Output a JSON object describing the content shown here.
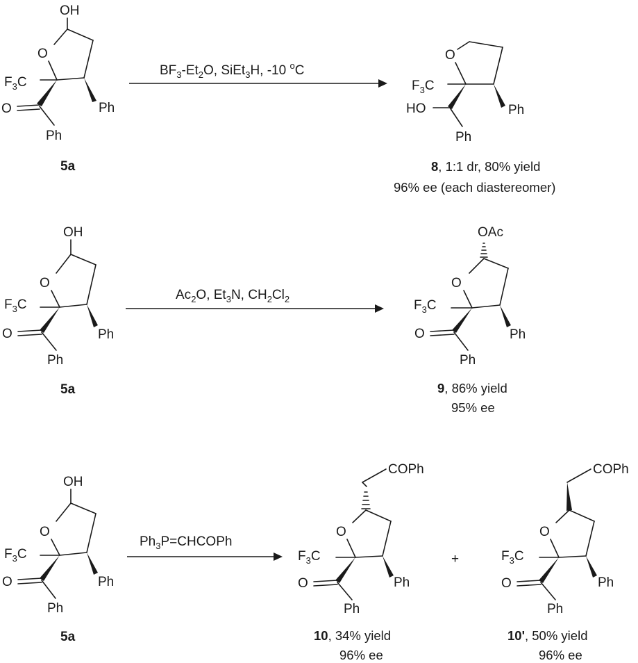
{
  "reactions": [
    {
      "reagents": [
        [
          "BF",
          ""
        ],
        [
          "3",
          "sub"
        ],
        [
          "-Et",
          ""
        ],
        [
          "2",
          "sub"
        ],
        [
          "O, SiEt",
          ""
        ],
        [
          "3",
          "sub"
        ],
        [
          "H, -10 ",
          ""
        ],
        [
          "o",
          "sup"
        ],
        [
          "C",
          ""
        ]
      ],
      "starting": {
        "label": "5a"
      },
      "products": [
        {
          "label": "8",
          "caption": ", 1:1 dr, 80% yield",
          "caption2": "96% ee (each diastereomer)"
        }
      ]
    },
    {
      "reagents": [
        [
          "Ac",
          ""
        ],
        [
          "2",
          "sub"
        ],
        [
          "O, Et",
          ""
        ],
        [
          "3",
          "sub"
        ],
        [
          "N, CH",
          ""
        ],
        [
          "2",
          "sub"
        ],
        [
          "Cl",
          ""
        ],
        [
          "2",
          "sub"
        ]
      ],
      "starting": {
        "label": "5a"
      },
      "products": [
        {
          "label": "9",
          "caption": ", 86% yield",
          "caption2": "95% ee"
        }
      ]
    },
    {
      "reagents": [
        [
          "Ph",
          ""
        ],
        [
          "3",
          "sub"
        ],
        [
          "P=CHCOPh",
          ""
        ]
      ],
      "starting": {
        "label": "5a"
      },
      "plus": "+",
      "products": [
        {
          "label": "10",
          "caption": ", 34% yield",
          "caption2": "96% ee"
        },
        {
          "label": "10'",
          "caption": ", 50% yield",
          "caption2": "96% ee"
        }
      ]
    }
  ],
  "atoms": {
    "OH": "OH",
    "O": "O",
    "F3C": [
      [
        "F",
        ""
      ],
      [
        "3",
        "sub"
      ],
      [
        "C",
        ""
      ]
    ],
    "Ph": "Ph",
    "HO": "HO",
    "OAc": "OAc",
    "COPh": "COPh"
  }
}
